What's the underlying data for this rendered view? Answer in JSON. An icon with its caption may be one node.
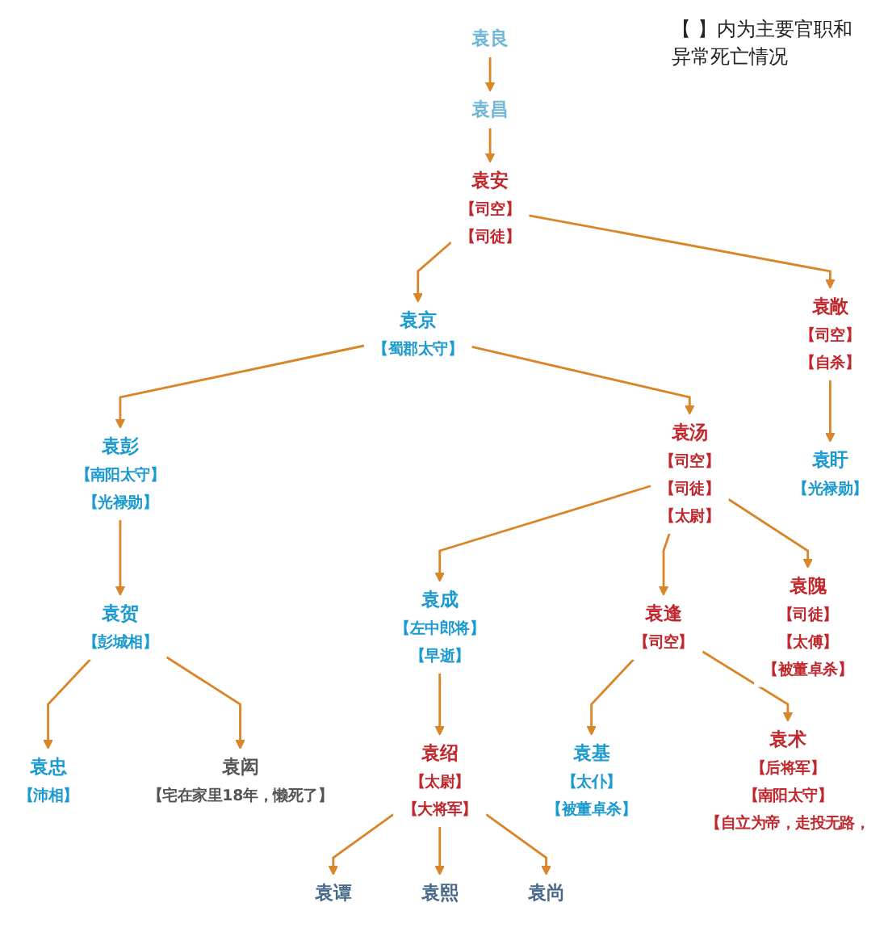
{
  "diagram": {
    "nodes": [
      {
        "text": [
          "袁良"
        ]
      },
      {
        "text": [
          "袁昌"
        ]
      },
      {
        "text": [
          "袁安",
          "【司空】",
          "【司徒】"
        ]
      },
      {
        "text": [
          "袁京",
          "【蜀郡太守】"
        ]
      },
      {
        "text": [
          "袁敞",
          "【司空】",
          "【自杀】"
        ]
      },
      {
        "text": [
          "袁彭",
          "【南阳太守】",
          "【光禄勋】"
        ]
      },
      {
        "text": [
          "袁汤",
          "【司空】",
          "【司徒】",
          "【太尉】"
        ]
      },
      {
        "text": [
          "袁盱",
          "【光禄勋】"
        ]
      },
      {
        "text": [
          "袁贺",
          "【彭城相】"
        ]
      },
      {
        "text": [
          "袁成",
          "【左中郎将】",
          "【早逝】"
        ]
      },
      {
        "text": [
          "袁逢",
          "【司空】"
        ]
      },
      {
        "text": [
          "袁隗",
          "【司徒】",
          "【太傅】",
          "【被董卓杀】"
        ]
      },
      {
        "text": [
          "袁忠",
          "【沛相】"
        ]
      },
      {
        "text": [
          "袁闳",
          "【宅在家里18年，懒死了】"
        ]
      },
      {
        "text": [
          "袁绍",
          "【太尉】",
          "【大将军】"
        ]
      },
      {
        "text": [
          "袁基",
          "【太仆】",
          "【被董卓杀】"
        ]
      },
      {
        "text": [
          "袁术",
          "【后将军】",
          "【南阳太守】",
          "【自立为帝，走投无路，"
        ]
      },
      {
        "text": [
          "袁谭"
        ]
      },
      {
        "text": [
          "袁熙"
        ]
      },
      {
        "text": [
          "袁尚"
        ]
      }
    ],
    "edges": [
      {
        "from": 0,
        "to": 1,
        "arrow": "to"
      },
      {
        "from": 1,
        "to": 2,
        "arrow": "to"
      },
      {
        "from": 2,
        "to": 3,
        "arrow": "to"
      },
      {
        "from": 2,
        "to": 4,
        "arrow": "to"
      },
      {
        "from": 3,
        "to": 5,
        "arrow": "to"
      },
      {
        "from": 3,
        "to": 6,
        "arrow": "to"
      },
      {
        "from": 4,
        "to": 7,
        "arrow": "to"
      },
      {
        "from": 5,
        "to": 8,
        "arrow": "to"
      },
      {
        "from": 6,
        "to": 9,
        "arrow": "to"
      },
      {
        "from": 6,
        "to": 10,
        "arrow": "to"
      },
      {
        "from": 6,
        "to": 11,
        "arrow": "to"
      },
      {
        "from": 8,
        "to": 12,
        "arrow": "to"
      },
      {
        "from": 8,
        "to": 13,
        "arrow": "to"
      },
      {
        "from": 9,
        "to": 14,
        "arrow": "to"
      },
      {
        "from": 10,
        "to": 15,
        "arrow": "to"
      },
      {
        "from": 10,
        "to": 16,
        "arrow": "to"
      },
      {
        "from": 14,
        "to": 17,
        "arrow": "to"
      },
      {
        "from": 14,
        "to": 18,
        "arrow": "to"
      },
      {
        "from": 14,
        "to": 19,
        "arrow": "to"
      }
    ],
    "labels": [
      "【 】内为主要官职和异常死亡情况"
    ]
  }
}
